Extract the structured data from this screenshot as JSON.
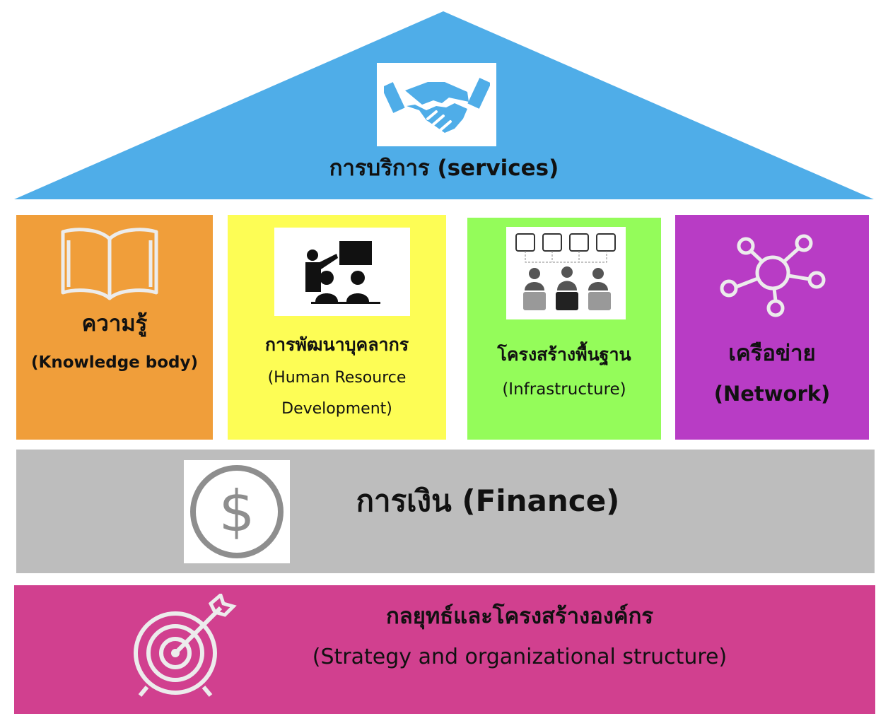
{
  "colors": {
    "roof": "#4FADE8",
    "knowledge": "#F09E3A",
    "hrd": "#FDFD55",
    "infrastructure": "#94FC5A",
    "network": "#B83CC5",
    "finance": "#BDBDBD",
    "strategy": "#D1408F"
  },
  "roof": {
    "icon": "handshake-icon",
    "label": "การบริการ (services)"
  },
  "pillars": [
    {
      "icon": "open-book-icon",
      "title": "ความรู้",
      "subtitle": "(Knowledge body)"
    },
    {
      "icon": "presentation-icon",
      "title": "การพัฒนาบุคลากร",
      "subtitle_line1": "(Human Resource",
      "subtitle_line2": "Development)"
    },
    {
      "icon": "communication-network-icon",
      "title": "โครงสร้างพื้นฐาน",
      "subtitle": "(Infrastructure)"
    },
    {
      "icon": "network-hub-icon",
      "title": "เครือข่าย",
      "subtitle": "(Network)"
    }
  ],
  "finance": {
    "icon": "dollar-coin-icon",
    "label": "การเงิน (Finance)"
  },
  "strategy": {
    "icon": "target-arrow-icon",
    "title": "กลยุทธ์และโครงสร้างองค์กร",
    "subtitle": "(Strategy and organizational structure)"
  }
}
